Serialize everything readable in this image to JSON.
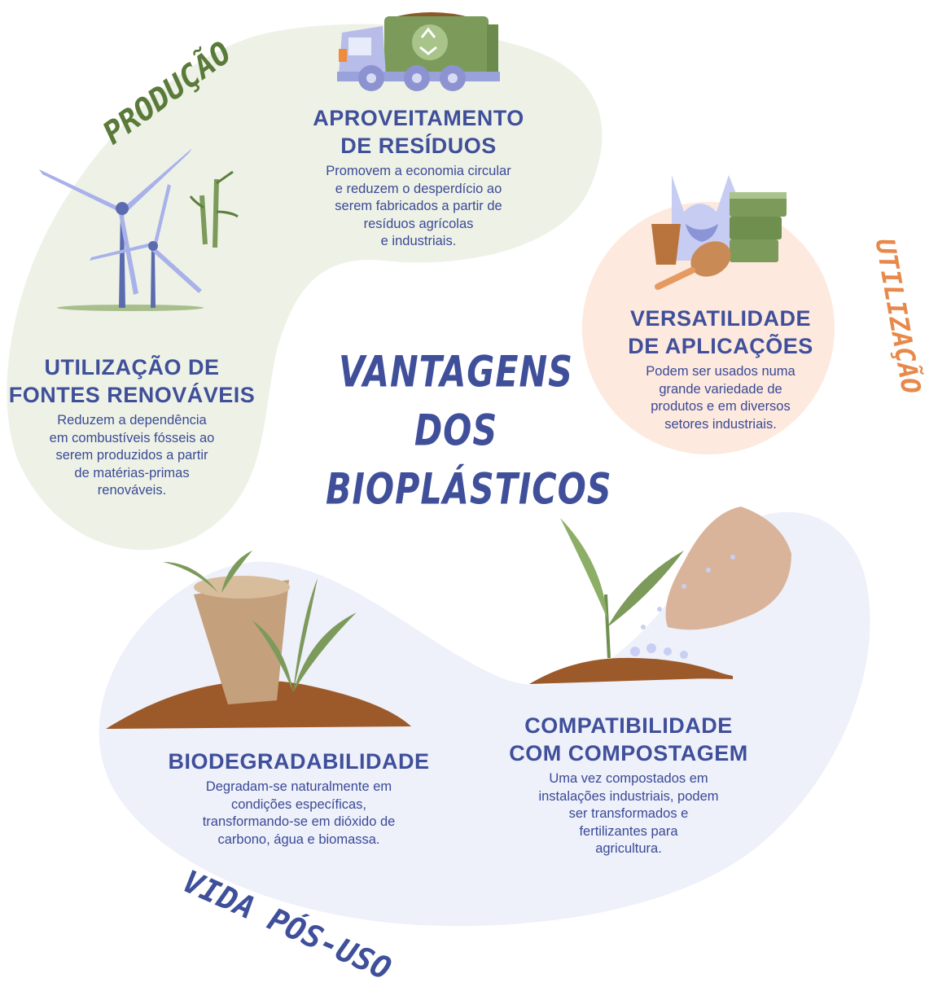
{
  "colors": {
    "green_bg": "#eef2e6",
    "peach_bg": "#fde9de",
    "blue_bg": "#eef0fa",
    "title_blue": "#3f4f9a",
    "producao_green": "#5a7a3a",
    "utilizacao_orange": "#e8884a"
  },
  "phase_labels": {
    "producao": "PRODUÇÃO",
    "utilizacao": "UTILIZAÇÃO",
    "vida_pos_uso": "VIDA PÓS-USO"
  },
  "main_title": {
    "line1": "VANTAGENS",
    "line2": "DOS",
    "line3": "BIOPLÁSTICOS"
  },
  "blocks": {
    "residuos": {
      "title_line1": "APROVEITAMENTO",
      "title_line2": "DE RESÍDUOS",
      "text": "Promovem a economia circular\ne reduzem o desperdício ao\nserem fabricados a partir de\nresíduos agrícolas\ne industriais."
    },
    "renovaveis": {
      "title_line1": "UTILIZAÇÃO DE",
      "title_line2": "FONTES RENOVÁVEIS",
      "text": "Reduzem a dependência\nem combustíveis fósseis ao\nserem produzidos a partir\nde matérias-primas\nrenováveis."
    },
    "versatilidade": {
      "title_line1": "VERSATILIDADE",
      "title_line2": "DE APLICAÇÕES",
      "text": "Podem ser usados numa\ngrande variedade de\nprodutos e em diversos\nsetores industriais."
    },
    "biodegradabilidade": {
      "title_line1": "BIODEGRADABILIDADE",
      "text": "Degradam-se naturalmente em\ncondições específicas,\ntransformando-se em dióxido de\ncarbono, água e biomassa."
    },
    "compostagem": {
      "title_line1": "COMPATIBILIDADE",
      "title_line2": "COM COMPOSTAGEM",
      "text": "Uma vez compostados em\ninstalações industriais, podem\nser transformados e\nfertilizantes para\nagricultura."
    }
  },
  "icons": [
    "recycling-truck-icon",
    "wind-turbine-icon",
    "bamboo-icon",
    "bioplastic-products-icon",
    "sprouting-pot-icon",
    "compost-hand-icon"
  ]
}
